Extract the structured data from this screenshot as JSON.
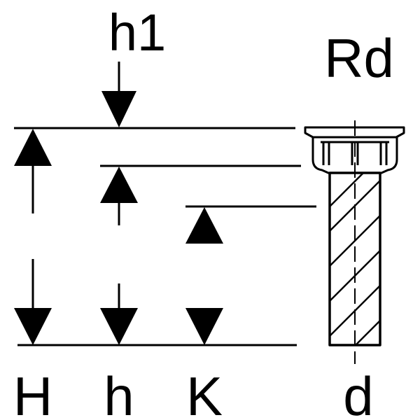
{
  "labels": {
    "h1": "h1",
    "Rd": "Rd",
    "H": "H",
    "h": "h",
    "K": "K",
    "d": "d"
  },
  "colors": {
    "stroke": "#000000",
    "background": "#ffffff"
  }
}
